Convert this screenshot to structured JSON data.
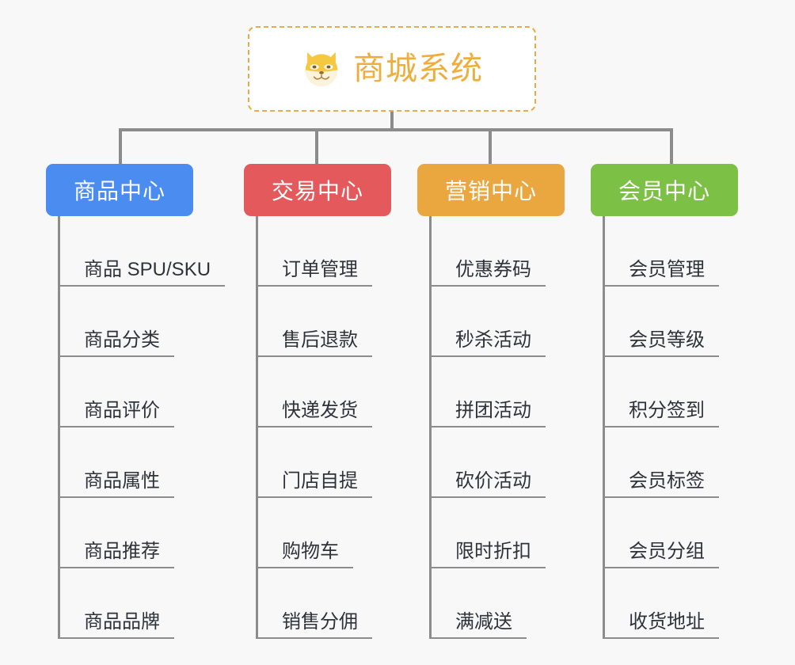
{
  "diagram": {
    "type": "org-chart",
    "background_color": "#f8f8f9",
    "connector_color": "#8c8c8c",
    "root": {
      "title": "商城系统",
      "icon": "dog-face-icon",
      "border_color": "#e9ac45",
      "text_color": "#eeae3e",
      "background_color": "#ffffff"
    },
    "columns": [
      {
        "header": "商品中心",
        "color": "#4a8cf0",
        "items": [
          "商品 SPU/SKU",
          "商品分类",
          "商品评价",
          "商品属性",
          "商品推荐",
          "商品品牌"
        ]
      },
      {
        "header": "交易中心",
        "color": "#e45a5c",
        "items": [
          "订单管理",
          "售后退款",
          "快递发货",
          "门店自提",
          "购物车",
          "销售分佣"
        ]
      },
      {
        "header": "营销中心",
        "color": "#eaa73f",
        "items": [
          "优惠券码",
          "秒杀活动",
          "拼团活动",
          "砍价活动",
          "限时折扣",
          "满减送"
        ]
      },
      {
        "header": "会员中心",
        "color": "#7cc046",
        "items": [
          "会员管理",
          "会员等级",
          "积分签到",
          "会员标签",
          "会员分组",
          "收货地址"
        ]
      }
    ]
  }
}
